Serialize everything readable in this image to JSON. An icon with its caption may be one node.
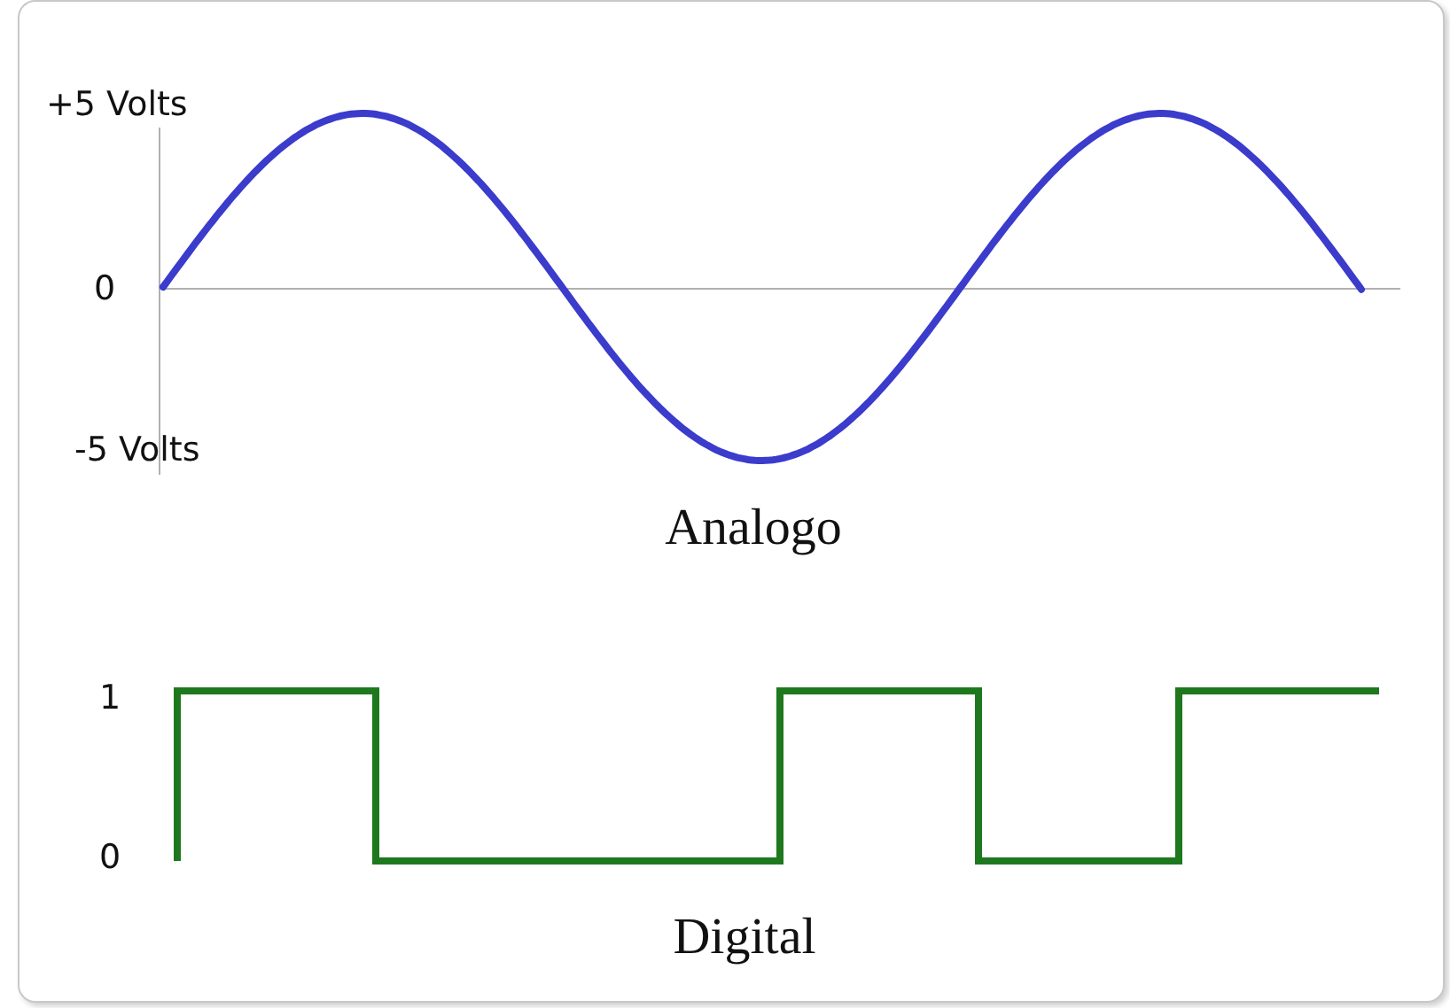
{
  "diagram": {
    "labels": [
      "+5 Volts",
      "0",
      "-5 Volts",
      "Analogo",
      "1",
      "0",
      "Digital"
    ]
  }
}
